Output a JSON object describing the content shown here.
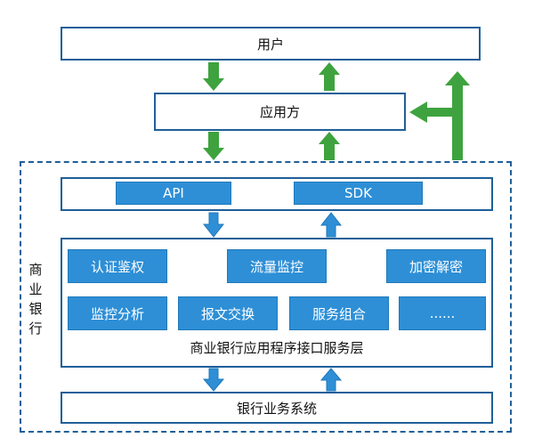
{
  "nodes": {
    "user": "用户",
    "app_party": "应用方",
    "api": "API",
    "sdk": "SDK",
    "auth": "认证鉴权",
    "traffic_monitor": "流量监控",
    "encrypt": "加密解密",
    "monitor_analysis": "监控分析",
    "message_exchange": "报文交换",
    "service_compose": "服务组合",
    "more": "......",
    "service_layer": "商业银行应用程序接口服务层",
    "core_system": "银行业务系统"
  },
  "group_label_lines": [
    "商",
    "业",
    "银",
    "行"
  ],
  "colors": {
    "border": "#1f5f99",
    "tile_fill": "#2e8fd6",
    "green_arrow": "#3ea33e",
    "blue_arrow": "#2e8fd6"
  }
}
